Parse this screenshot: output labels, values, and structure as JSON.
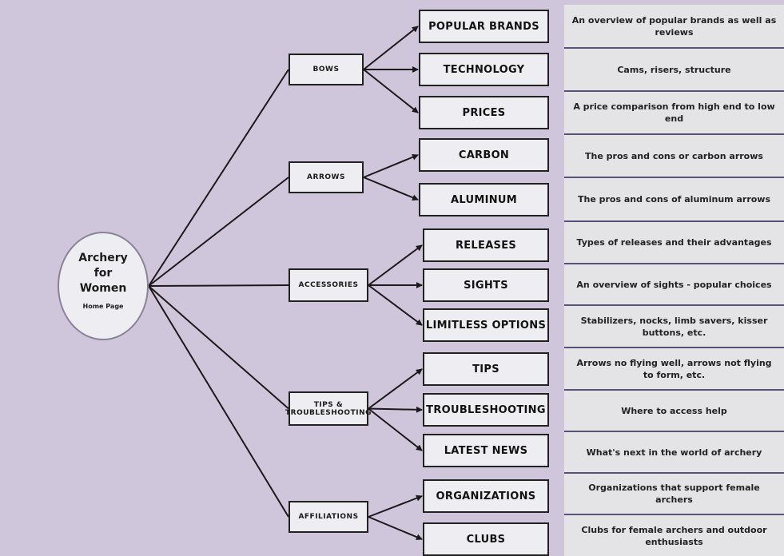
{
  "root": {
    "title": "Archery\nfor\nWomen",
    "subtitle": "Home Page"
  },
  "categories": [
    {
      "label": "BOWS"
    },
    {
      "label": "ARROWS"
    },
    {
      "label": "ACCESSORIES"
    },
    {
      "label": "TIPS &\nTROUBLESHOOTING"
    },
    {
      "label": "AFFILIATIONS"
    }
  ],
  "topics": [
    {
      "label": "POPULAR BRANDS",
      "category": 0
    },
    {
      "label": "TECHNOLOGY",
      "category": 0
    },
    {
      "label": "PRICES",
      "category": 0
    },
    {
      "label": "CARBON",
      "category": 1
    },
    {
      "label": "ALUMINUM",
      "category": 1
    },
    {
      "label": "RELEASES",
      "category": 2
    },
    {
      "label": "SIGHTS",
      "category": 2
    },
    {
      "label": "LIMITLESS OPTIONS",
      "category": 2
    },
    {
      "label": "TIPS",
      "category": 3
    },
    {
      "label": "TROUBLESHOOTING",
      "category": 3
    },
    {
      "label": "LATEST NEWS",
      "category": 3
    },
    {
      "label": "ORGANIZATIONS",
      "category": 4
    },
    {
      "label": "CLUBS",
      "category": 4
    }
  ],
  "descriptions": [
    "An overview of popular brands as well as reviews",
    "Cams, risers, structure",
    "A price comparison from high end to low end",
    "The pros and cons or carbon arrows",
    "The pros and cons of aluminum arrows",
    "Types of releases and their advantages",
    "An overview of sights - popular choices",
    "Stabilizers, nocks, limb savers, kisser buttons, etc.",
    "Arrows no flying well, arrows not flying to form, etc.",
    "Where to access help",
    "What's next in the world of archery",
    "Organizations that support female archers",
    "Clubs for female archers and outdoor enthusiasts"
  ],
  "colors": {
    "background": "#d0c6dc",
    "box_fill": "#eeedf2",
    "description_fill": "#e4e4e6",
    "divider": "#57507a",
    "line": "#1a1a1a"
  }
}
